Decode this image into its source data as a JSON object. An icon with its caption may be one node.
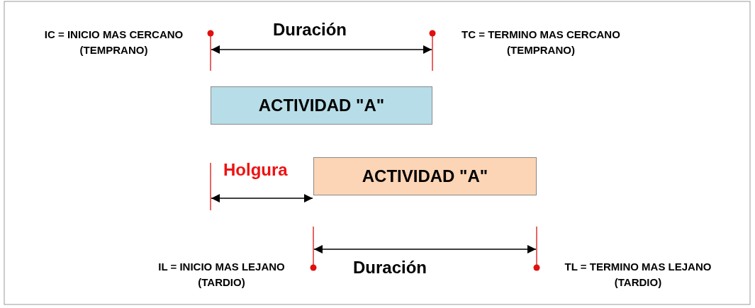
{
  "diagram": {
    "nodes": [
      {
        "text": [
          "ACTIVIDAD \"A\""
        ]
      },
      {
        "text": [
          "ACTIVIDAD \"A\""
        ]
      }
    ],
    "labels": [
      "IC = INICIO MAS CERCANO (TEMPRANO)",
      "Duración",
      "TC = TERMINO MAS CERCANO (TEMPRANO)",
      "Holgura",
      "IL = INICIO MAS LEJANO (TARDIO)",
      "Duración",
      "TL = TERMINO MAS LEJANO (TARDIO)"
    ]
  }
}
